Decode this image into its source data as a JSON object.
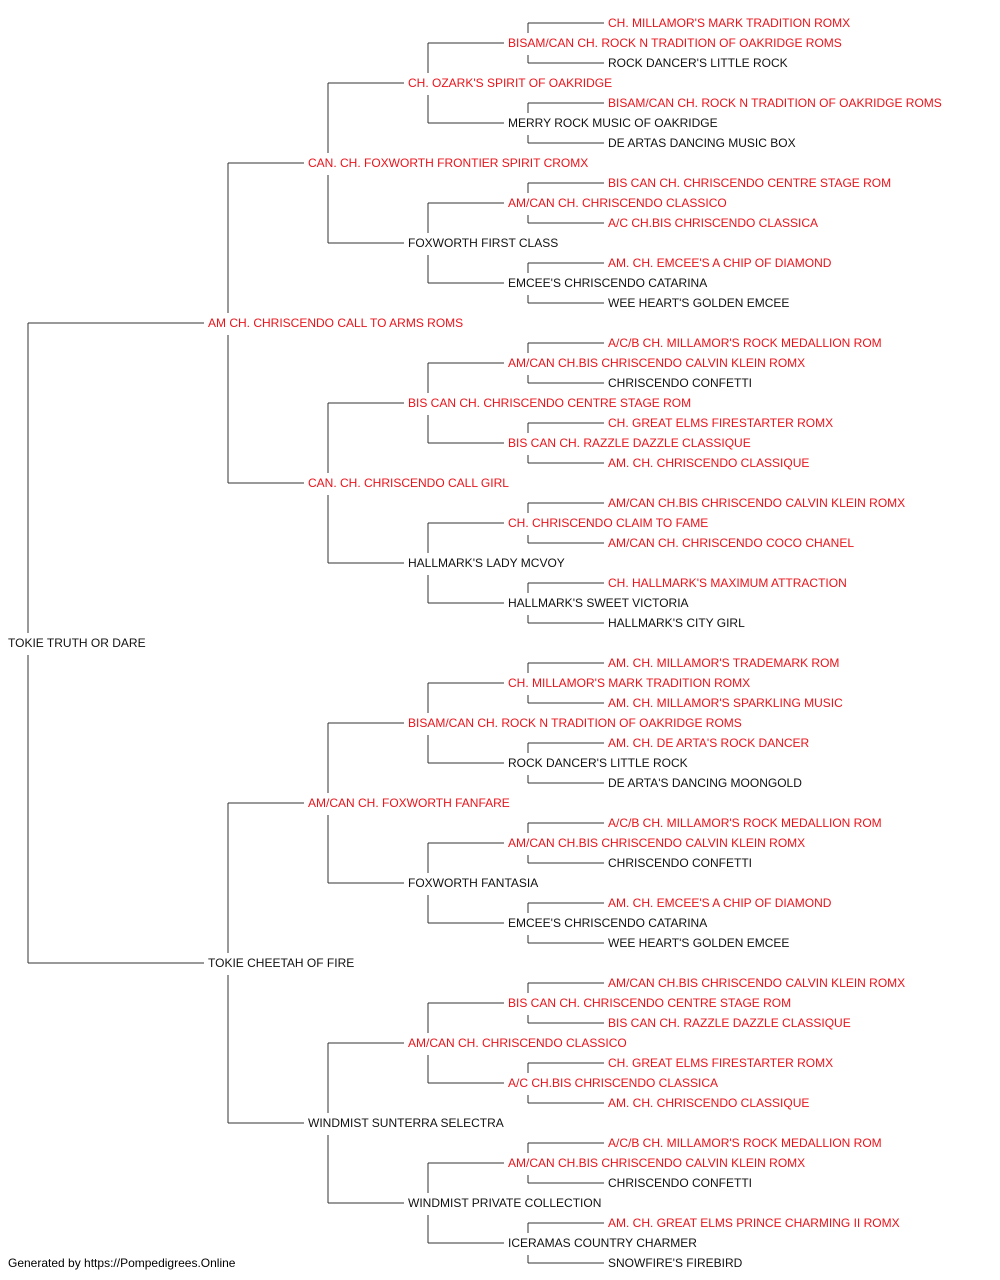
{
  "colors": {
    "champion": "#e8141b",
    "normal": "#111111",
    "line": "#333333"
  },
  "pedigree": {
    "name": "TOKIE TRUTH OR DARE",
    "champion": false,
    "sire": {
      "name": "AM CH. CHRISCENDO CALL TO ARMS ROMS",
      "champion": true,
      "sire": {
        "name": "CAN. CH. FOXWORTH FRONTIER SPIRIT CROMX",
        "champion": true,
        "sire": {
          "name": "CH. OZARK'S SPIRIT OF OAKRIDGE",
          "champion": true,
          "sire": {
            "name": "BISAM/CAN CH. ROCK N TRADITION OF OAKRIDGE ROMS",
            "champion": true,
            "sire": {
              "name": "CH. MILLAMOR'S MARK TRADITION ROMX",
              "champion": true
            },
            "dam": {
              "name": "ROCK DANCER'S LITTLE ROCK",
              "champion": false
            }
          },
          "dam": {
            "name": "MERRY ROCK MUSIC OF OAKRIDGE",
            "champion": false,
            "sire": {
              "name": "BISAM/CAN CH. ROCK N TRADITION OF OAKRIDGE ROMS",
              "champion": true
            },
            "dam": {
              "name": "DE ARTAS DANCING MUSIC BOX",
              "champion": false
            }
          }
        },
        "dam": {
          "name": "FOXWORTH FIRST CLASS",
          "champion": false,
          "sire": {
            "name": "AM/CAN CH. CHRISCENDO CLASSICO",
            "champion": true,
            "sire": {
              "name": "BIS CAN CH. CHRISCENDO CENTRE STAGE ROM",
              "champion": true
            },
            "dam": {
              "name": "A/C CH.BIS CHRISCENDO CLASSICA",
              "champion": true
            }
          },
          "dam": {
            "name": "EMCEE'S CHRISCENDO CATARINA",
            "champion": false,
            "sire": {
              "name": "AM. CH. EMCEE'S A CHIP OF DIAMOND",
              "champion": true
            },
            "dam": {
              "name": "WEE HEART'S GOLDEN EMCEE",
              "champion": false
            }
          }
        }
      },
      "dam": {
        "name": "CAN. CH. CHRISCENDO CALL GIRL",
        "champion": true,
        "sire": {
          "name": "BIS CAN CH. CHRISCENDO CENTRE STAGE ROM",
          "champion": true,
          "sire": {
            "name": "AM/CAN CH.BIS CHRISCENDO CALVIN KLEIN ROMX",
            "champion": true,
            "sire": {
              "name": "A/C/B CH. MILLAMOR'S ROCK MEDALLION ROM",
              "champion": true
            },
            "dam": {
              "name": "CHRISCENDO CONFETTI",
              "champion": false
            }
          },
          "dam": {
            "name": "BIS CAN CH. RAZZLE DAZZLE CLASSIQUE",
            "champion": true,
            "sire": {
              "name": "CH. GREAT ELMS FIRESTARTER ROMX",
              "champion": true
            },
            "dam": {
              "name": "AM. CH. CHRISCENDO CLASSIQUE",
              "champion": true
            }
          }
        },
        "dam": {
          "name": "HALLMARK'S LADY MCVOY",
          "champion": false,
          "sire": {
            "name": "CH. CHRISCENDO CLAIM TO FAME",
            "champion": true,
            "sire": {
              "name": "AM/CAN CH.BIS CHRISCENDO CALVIN KLEIN ROMX",
              "champion": true
            },
            "dam": {
              "name": "AM/CAN CH. CHRISCENDO COCO CHANEL",
              "champion": true
            }
          },
          "dam": {
            "name": "HALLMARK'S SWEET VICTORIA",
            "champion": false,
            "sire": {
              "name": "CH. HALLMARK'S MAXIMUM ATTRACTION",
              "champion": true
            },
            "dam": {
              "name": "HALLMARK'S CITY GIRL",
              "champion": false
            }
          }
        }
      }
    },
    "dam": {
      "name": "TOKIE CHEETAH OF FIRE",
      "champion": false,
      "sire": {
        "name": "AM/CAN CH. FOXWORTH FANFARE",
        "champion": true,
        "sire": {
          "name": "BISAM/CAN CH. ROCK N TRADITION OF OAKRIDGE ROMS",
          "champion": true,
          "sire": {
            "name": "CH. MILLAMOR'S MARK TRADITION ROMX",
            "champion": true,
            "sire": {
              "name": "AM. CH. MILLAMOR'S TRADEMARK ROM",
              "champion": true
            },
            "dam": {
              "name": "AM. CH. MILLAMOR'S SPARKLING MUSIC",
              "champion": true
            }
          },
          "dam": {
            "name": "ROCK DANCER'S LITTLE ROCK",
            "champion": false,
            "sire": {
              "name": "AM. CH. DE ARTA'S ROCK DANCER",
              "champion": true
            },
            "dam": {
              "name": "DE ARTA'S DANCING MOONGOLD",
              "champion": false
            }
          }
        },
        "dam": {
          "name": "FOXWORTH FANTASIA",
          "champion": false,
          "sire": {
            "name": "AM/CAN CH.BIS CHRISCENDO CALVIN KLEIN ROMX",
            "champion": true,
            "sire": {
              "name": "A/C/B CH. MILLAMOR'S ROCK MEDALLION ROM",
              "champion": true
            },
            "dam": {
              "name": "CHRISCENDO CONFETTI",
              "champion": false
            }
          },
          "dam": {
            "name": "EMCEE'S CHRISCENDO CATARINA",
            "champion": false,
            "sire": {
              "name": "AM. CH. EMCEE'S A CHIP OF DIAMOND",
              "champion": true
            },
            "dam": {
              "name": "WEE HEART'S GOLDEN EMCEE",
              "champion": false
            }
          }
        }
      },
      "dam": {
        "name": "WINDMIST SUNTERRA SELECTRA",
        "champion": false,
        "sire": {
          "name": "AM/CAN CH. CHRISCENDO CLASSICO",
          "champion": true,
          "sire": {
            "name": "BIS CAN CH. CHRISCENDO CENTRE STAGE ROM",
            "champion": true,
            "sire": {
              "name": "AM/CAN CH.BIS CHRISCENDO CALVIN KLEIN ROMX",
              "champion": true
            },
            "dam": {
              "name": "BIS CAN CH. RAZZLE DAZZLE CLASSIQUE",
              "champion": true
            }
          },
          "dam": {
            "name": "A/C CH.BIS CHRISCENDO CLASSICA",
            "champion": true,
            "sire": {
              "name": "CH. GREAT ELMS FIRESTARTER ROMX",
              "champion": true
            },
            "dam": {
              "name": "AM. CH. CHRISCENDO CLASSIQUE",
              "champion": true
            }
          }
        },
        "dam": {
          "name": "WINDMIST PRIVATE COLLECTION",
          "champion": false,
          "sire": {
            "name": "AM/CAN CH.BIS CHRISCENDO CALVIN KLEIN ROMX",
            "champion": true,
            "sire": {
              "name": "A/C/B CH. MILLAMOR'S ROCK MEDALLION ROM",
              "champion": true
            },
            "dam": {
              "name": "CHRISCENDO CONFETTI",
              "champion": false
            }
          },
          "dam": {
            "name": "ICERAMAS COUNTRY CHARMER",
            "champion": false,
            "sire": {
              "name": "AM. CH. GREAT ELMS PRINCE CHARMING II ROMX",
              "champion": true
            },
            "dam": {
              "name": "SNOWFIRE'S FIREBIRD",
              "champion": false
            }
          }
        }
      }
    }
  },
  "footer": "Generated by https://Pompedigrees.Online"
}
